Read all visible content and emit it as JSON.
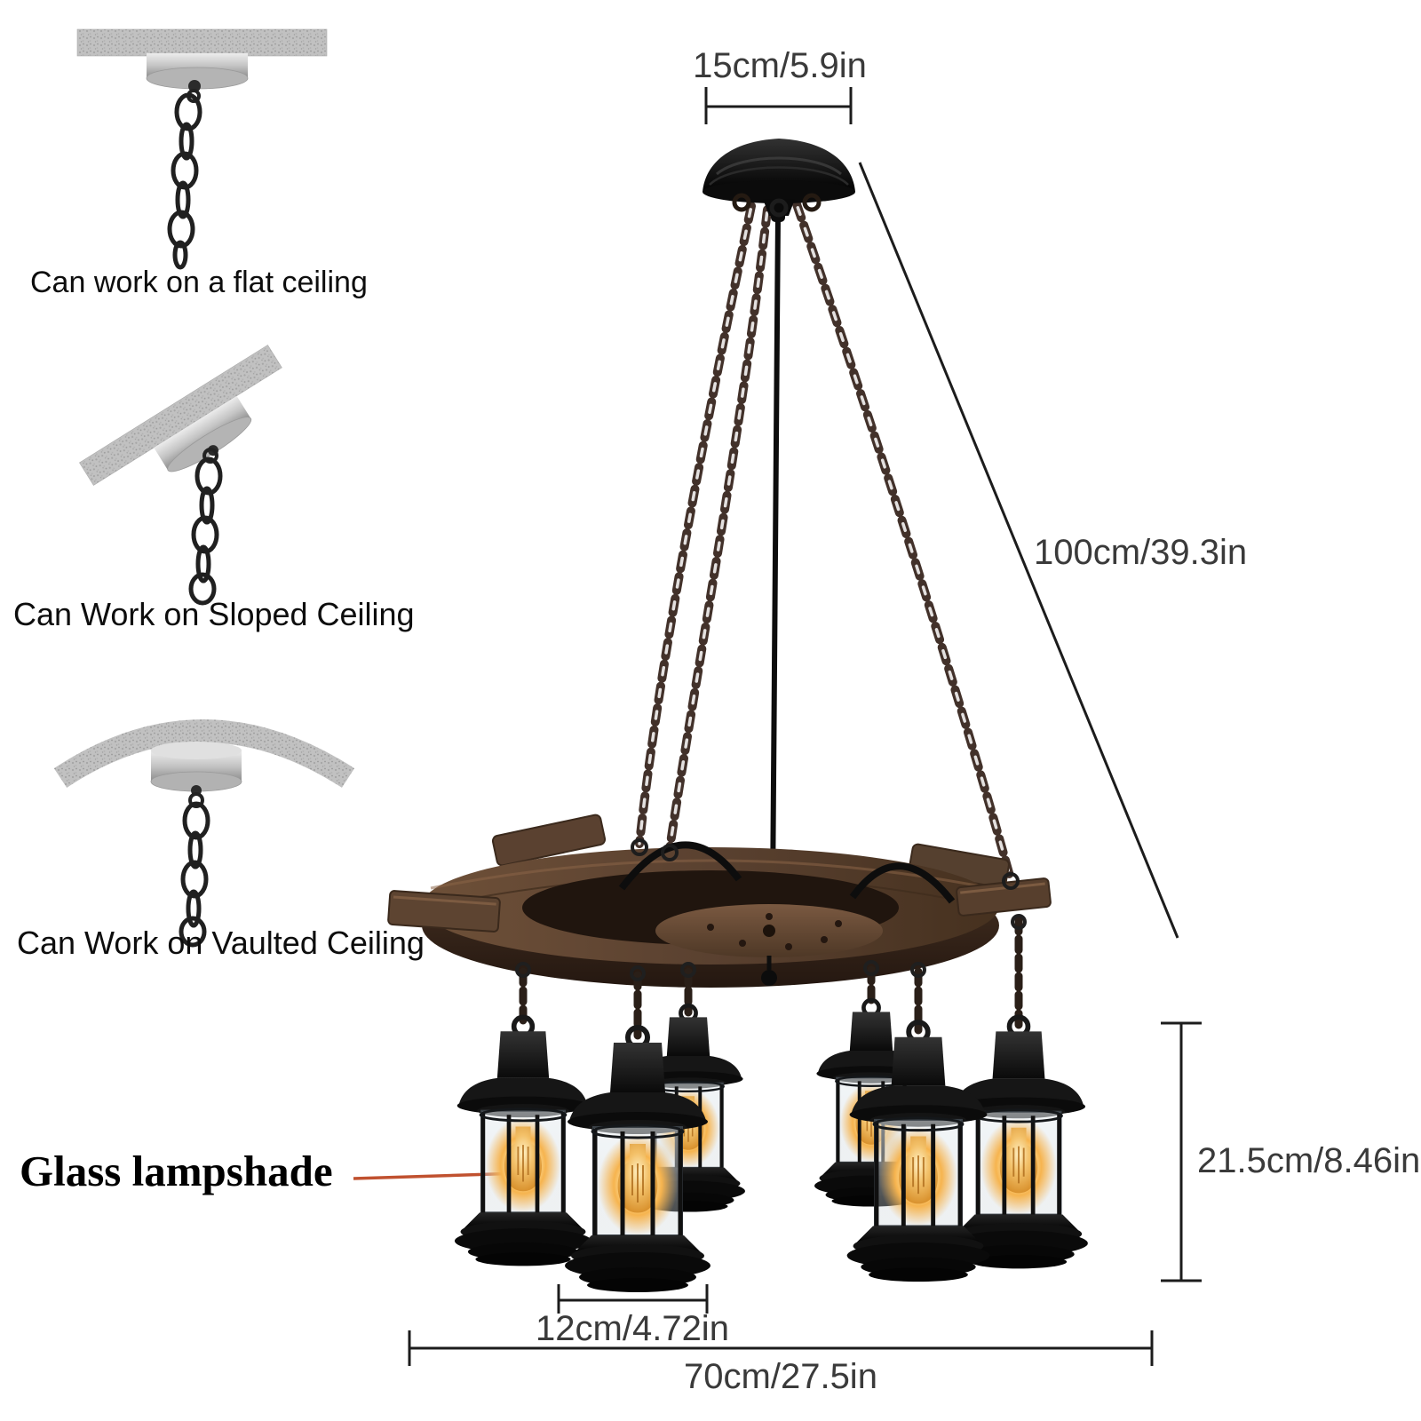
{
  "ceiling_compatibility": [
    {
      "id": "flat",
      "label": "Can work on a flat ceiling"
    },
    {
      "id": "sloped",
      "label": "Can Work on Sloped Ceiling"
    },
    {
      "id": "vaulted",
      "label": "Can Work on Vaulted Ceiling"
    }
  ],
  "callouts": {
    "glass_lampshade": "Glass lampshade"
  },
  "dimensions": {
    "canopy_width": "15cm/5.9in",
    "suspension_length": "100cm/39.3in",
    "lantern_height": "21.5cm/8.46in",
    "lantern_diameter": "12cm/4.72in",
    "fixture_width": "70cm/27.5in"
  },
  "icons": [
    {
      "name": "flat-ceiling-mount-icon"
    },
    {
      "name": "sloped-ceiling-mount-icon"
    },
    {
      "name": "vaulted-ceiling-mount-icon"
    },
    {
      "name": "chandelier-graphic"
    }
  ],
  "colors": {
    "background": "#ffffff",
    "dimension_line": "#1c1c1c",
    "dimension_text": "#3a3a3a",
    "caption_text": "#0d0d0d",
    "annotation_line": "#c0512f",
    "ceiling_gray": "#c1c1c1",
    "canopy_silver": "#c6c6c6",
    "metal_black": "#141414",
    "chain_bronze": "#42312a",
    "wood_brown": "#5a4130",
    "bulb_glow": "#f6b44f"
  }
}
